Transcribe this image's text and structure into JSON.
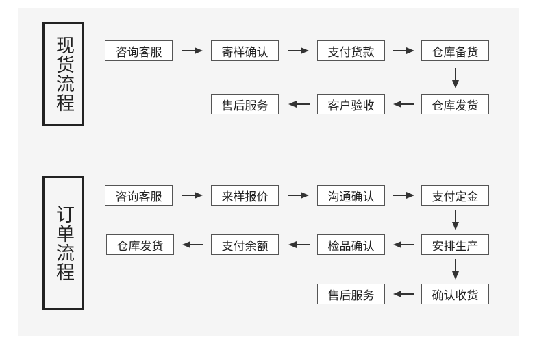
{
  "colors": {
    "panel_bg": "#f5f5f5",
    "border": "#222222",
    "arrow": "#333333",
    "box_bg": "#ffffff"
  },
  "sections": [
    {
      "title": "现货流程",
      "steps": [
        {
          "id": "s1",
          "label": "咨询客服"
        },
        {
          "id": "s2",
          "label": "寄样确认"
        },
        {
          "id": "s3",
          "label": "支付货款"
        },
        {
          "id": "s4",
          "label": "仓库备货"
        },
        {
          "id": "s5",
          "label": "仓库发货"
        },
        {
          "id": "s6",
          "label": "客户验收"
        },
        {
          "id": "s7",
          "label": "售后服务"
        }
      ]
    },
    {
      "title": "订单流程",
      "steps": [
        {
          "id": "o1",
          "label": "咨询客服"
        },
        {
          "id": "o2",
          "label": "来样报价"
        },
        {
          "id": "o3",
          "label": "沟通确认"
        },
        {
          "id": "o4",
          "label": "支付定金"
        },
        {
          "id": "o5",
          "label": "安排生产"
        },
        {
          "id": "o6",
          "label": "检品确认"
        },
        {
          "id": "o7",
          "label": "支付余额"
        },
        {
          "id": "o8",
          "label": "仓库发货"
        },
        {
          "id": "o9",
          "label": "确认收货"
        },
        {
          "id": "o10",
          "label": "售后服务"
        }
      ]
    }
  ]
}
